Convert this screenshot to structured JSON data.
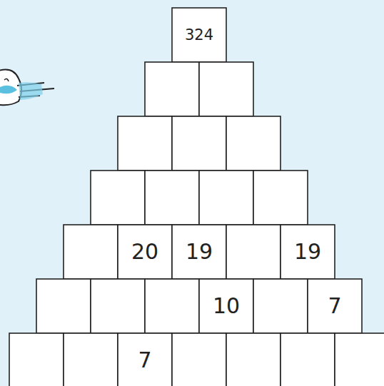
{
  "diagram": {
    "nodes": [
      {
        "text": [
          "324"
        ]
      },
      {
        "text": [
          "20"
        ]
      },
      {
        "text": [
          "19"
        ]
      },
      {
        "text": [
          "19"
        ]
      },
      {
        "text": [
          "10"
        ]
      },
      {
        "text": [
          "7"
        ]
      },
      {
        "text": [
          "7"
        ]
      }
    ]
  }
}
